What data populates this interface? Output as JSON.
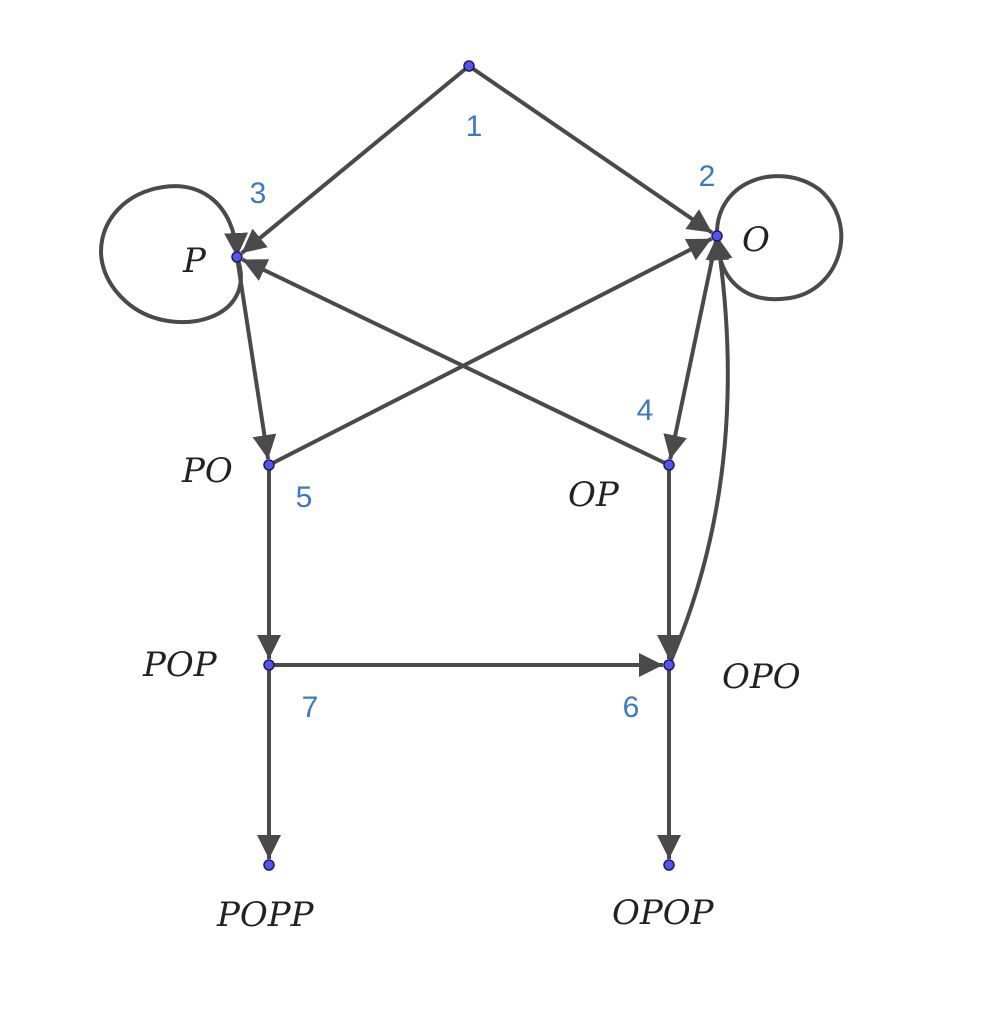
{
  "colors": {
    "edge": "#4a4a4a",
    "node_fill": "#5555ee",
    "node_stroke": "#1a1a6a",
    "number_label": "#3c78c3",
    "state_label": "#222222"
  },
  "diagram": {
    "nodes": {
      "start": {
        "state_label": "",
        "number": "1"
      },
      "P": {
        "state_label": "P",
        "number": "3"
      },
      "O": {
        "state_label": "O",
        "number": "2"
      },
      "PO": {
        "state_label": "PO",
        "number": "5"
      },
      "OP": {
        "state_label": "OP",
        "number": "4"
      },
      "POP": {
        "state_label": "POP",
        "number": "7"
      },
      "OPO": {
        "state_label": "OPO",
        "number": "6"
      },
      "POPP": {
        "state_label": "POPP",
        "number": ""
      },
      "OPOP": {
        "state_label": "OPOP",
        "number": ""
      }
    },
    "edges": [
      {
        "from": "start",
        "to": "P"
      },
      {
        "from": "start",
        "to": "O"
      },
      {
        "from": "P",
        "to": "P"
      },
      {
        "from": "O",
        "to": "O"
      },
      {
        "from": "P",
        "to": "PO"
      },
      {
        "from": "PO",
        "to": "O"
      },
      {
        "from": "OP",
        "to": "P"
      },
      {
        "from": "O",
        "to": "OP"
      },
      {
        "from": "PO",
        "to": "POP"
      },
      {
        "from": "OP",
        "to": "OPO"
      },
      {
        "from": "POP",
        "to": "OPO"
      },
      {
        "from": "OPO",
        "to": "O"
      },
      {
        "from": "POP",
        "to": "POPP"
      },
      {
        "from": "OPO",
        "to": "OPOP"
      }
    ]
  }
}
